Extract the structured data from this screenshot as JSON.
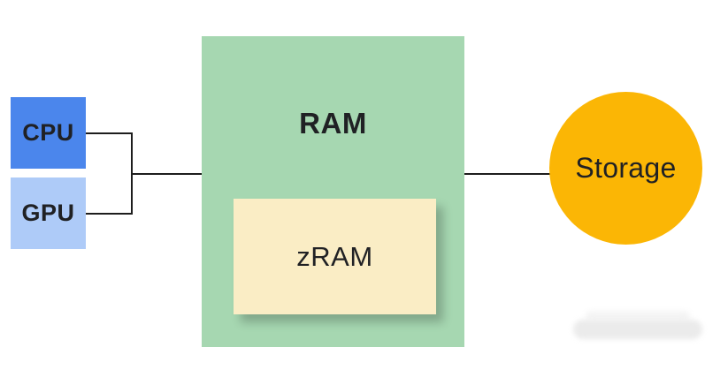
{
  "diagram": {
    "nodes": {
      "cpu": {
        "label": "CPU",
        "shape": "square",
        "bg": "#4B86EC"
      },
      "gpu": {
        "label": "GPU",
        "shape": "square",
        "bg": "#AECBF8"
      },
      "ram": {
        "label": "RAM",
        "shape": "rectangle",
        "bg": "#A6D7B1"
      },
      "zram": {
        "label": "zRAM",
        "shape": "rectangle",
        "bg": "#FAEDC5",
        "contained_in": "RAM"
      },
      "storage": {
        "label": "Storage",
        "shape": "circle",
        "bg": "#FBB605"
      }
    },
    "connections": [
      {
        "from": "CPU",
        "to": "RAM"
      },
      {
        "from": "GPU",
        "to": "RAM"
      },
      {
        "from": "RAM",
        "to": "Storage"
      }
    ],
    "colors": {
      "line": "#1D1D1D",
      "text": "#202124",
      "background": "#FFFFFF"
    }
  }
}
